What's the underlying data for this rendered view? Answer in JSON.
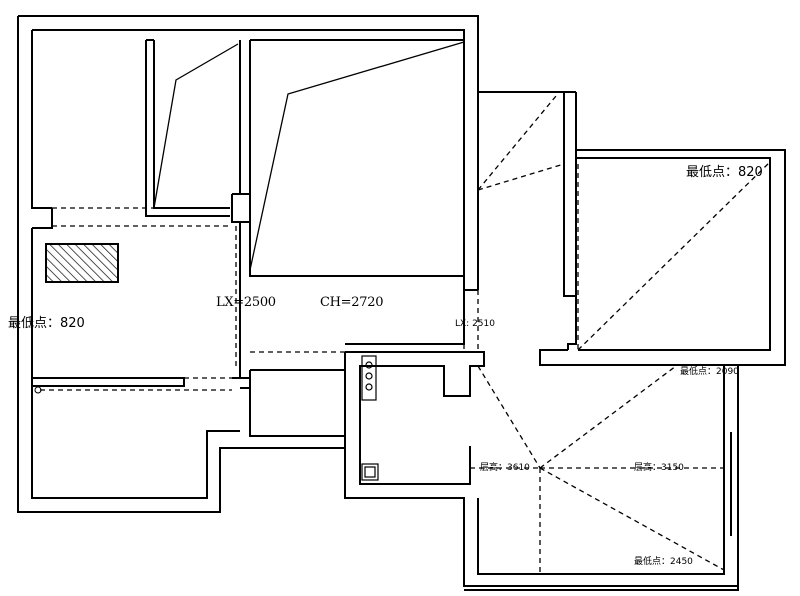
{
  "labels": {
    "lowest_left": "最低点：820",
    "lowest_right_top": "最低点：820",
    "lx_left": "LX=2500",
    "ch": "CH=2720",
    "lx_mid": "LX: 2510",
    "lowest_right_mid": "最低点：2090",
    "height_left": "层高：3610",
    "height_right": "层高：3150",
    "lowest_bottom": "最低点：2450"
  },
  "colors": {
    "wall": "#000000",
    "background": "#ffffff"
  }
}
